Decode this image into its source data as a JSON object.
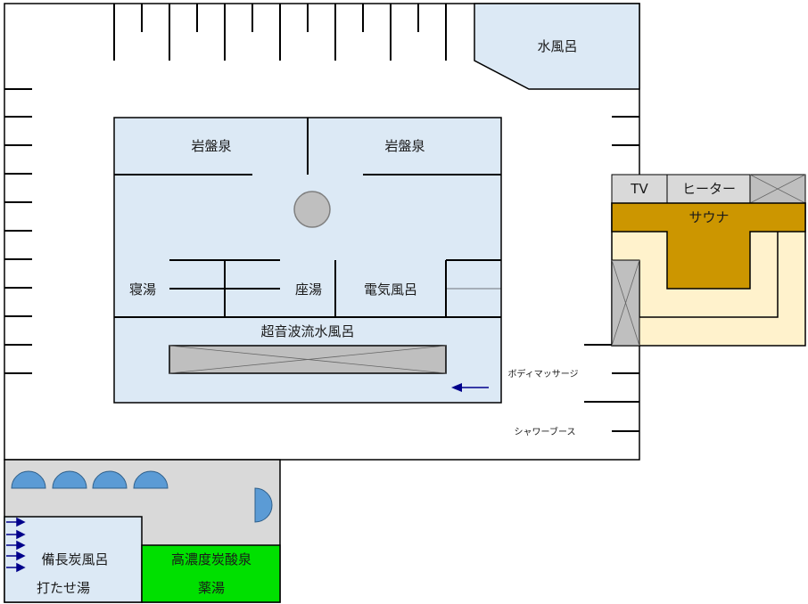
{
  "colors": {
    "water": "#dce9f5",
    "floor": "#d9d9d9",
    "green": "#00e000",
    "sauna": "#cc9600",
    "sauna_bench": "#fff2cc",
    "stone": "#bfbfbf",
    "fixture": "#bfbfbf",
    "chair": "#5b9bd5",
    "arrow": "#00008b",
    "line": "#000000"
  },
  "labels": {
    "cold_bath": "水風呂",
    "bedrock_left": "岩盤泉",
    "bedrock_right": "岩盤泉",
    "lying_bath": "寝湯",
    "seated_bath": "座湯",
    "electric_bath": "電気風呂",
    "ultrasonic_bath": "超音波流水風呂",
    "body_massage": "ボディマッサージ",
    "shower_booth": "シャワーブース",
    "tv": "TV",
    "heater": "ヒーター",
    "sauna": "サウナ",
    "charcoal_bath": "備長炭風呂",
    "waterfall_bath": "打たせ湯",
    "carbonated_spring": "高濃度炭酸泉",
    "herbal_bath": "薬湯"
  }
}
